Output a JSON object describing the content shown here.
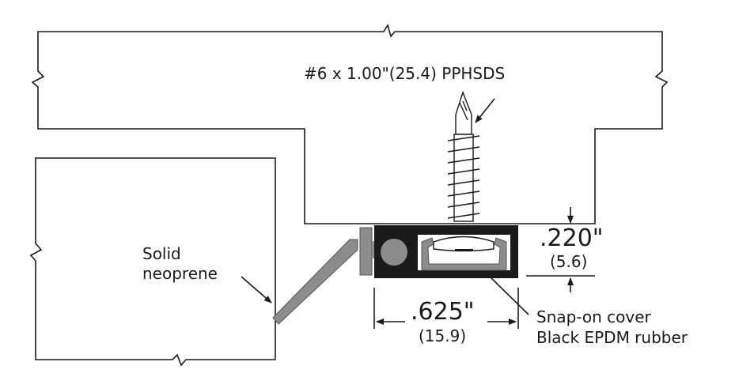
{
  "labels": {
    "screw": "#6 x 1.00\"(25.4) PPHSDS",
    "seal_line1": "Solid",
    "seal_line2": "neoprene",
    "thickness_in": ".220\"",
    "thickness_mm": "(5.6)",
    "width_in": ".625\"",
    "width_mm": "(15.9)",
    "cover_line1": "Snap-on cover",
    "cover_line2": "Black EPDM rubber"
  },
  "colors": {
    "line": "#1a1a1a",
    "extrusion": "#1a1a1a",
    "gasket": "#8c8c8c",
    "background": "#ffffff"
  }
}
